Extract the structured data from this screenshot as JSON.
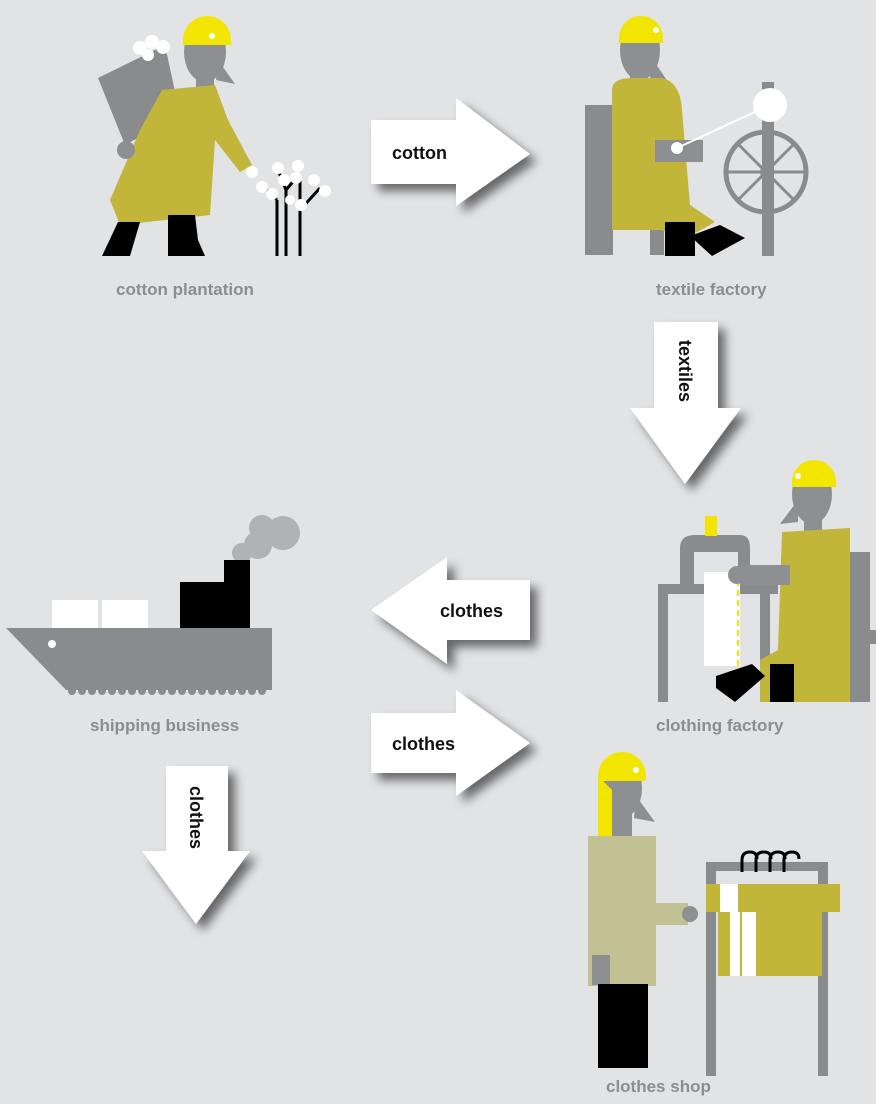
{
  "stages": {
    "cotton_plantation": "cotton plantation",
    "textile_factory": "textile factory",
    "clothing_factory": "clothing factory",
    "shipping_business": "shipping business",
    "clothes_shop": "clothes shop"
  },
  "flows": {
    "plantation_to_textile": "cotton",
    "textile_to_clothing": "textiles",
    "clothing_to_shipping": "clothes",
    "shipping_down": "clothes",
    "shipping_to_shop": "clothes"
  },
  "colors": {
    "background": "#e2e3e5",
    "helmet": "#f2e600",
    "coat": "#c2b63a",
    "skin": "#8e8f92",
    "furniture": "#8a8b8d",
    "arrow": "#ffffff",
    "dark": "#000000"
  },
  "icons": [
    "cotton-picker-icon",
    "spinning-wheel-icon",
    "sewing-machine-icon",
    "cargo-ship-icon",
    "shop-clerk-icon"
  ]
}
